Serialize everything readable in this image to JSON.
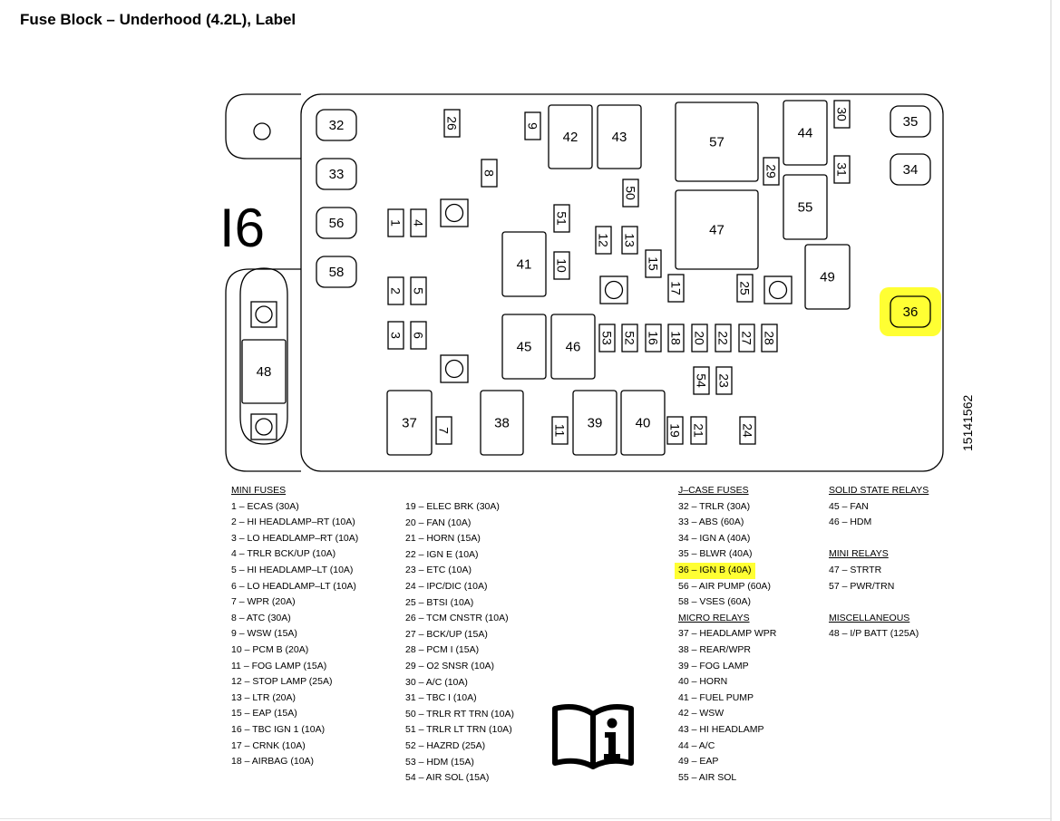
{
  "page": {
    "title": "Fuse Block – Underhood (4.2L), Label"
  },
  "diagram": {
    "block_mark": "I6",
    "part_number": "15141562",
    "highlight_color": "#ffff33",
    "book_icon": "manual-info-icon",
    "connectors": [
      {
        "id": "32",
        "label": "32"
      },
      {
        "id": "33",
        "label": "33"
      },
      {
        "id": "56",
        "label": "56"
      },
      {
        "id": "58",
        "label": "58"
      },
      {
        "id": "35",
        "label": "35"
      },
      {
        "id": "34",
        "label": "34"
      },
      {
        "id": "36",
        "label": "36",
        "highlight": true
      }
    ],
    "relays": [
      {
        "id": "42",
        "label": "42"
      },
      {
        "id": "43",
        "label": "43"
      },
      {
        "id": "57",
        "label": "57"
      },
      {
        "id": "44",
        "label": "44"
      },
      {
        "id": "55",
        "label": "55"
      },
      {
        "id": "47",
        "label": "47"
      },
      {
        "id": "41",
        "label": "41"
      },
      {
        "id": "49",
        "label": "49"
      },
      {
        "id": "45",
        "label": "45"
      },
      {
        "id": "46",
        "label": "46"
      },
      {
        "id": "37",
        "label": "37"
      },
      {
        "id": "38",
        "label": "38"
      },
      {
        "id": "39",
        "label": "39"
      },
      {
        "id": "40",
        "label": "40"
      }
    ],
    "mini_fuses": [
      {
        "id": "26",
        "label": "26"
      },
      {
        "id": "9",
        "label": "9"
      },
      {
        "id": "30",
        "label": "30"
      },
      {
        "id": "8",
        "label": "8"
      },
      {
        "id": "29",
        "label": "29"
      },
      {
        "id": "31",
        "label": "31"
      },
      {
        "id": "50",
        "label": "50"
      },
      {
        "id": "1",
        "label": "1"
      },
      {
        "id": "4",
        "label": "4"
      },
      {
        "id": "51",
        "label": "51"
      },
      {
        "id": "12",
        "label": "12"
      },
      {
        "id": "13",
        "label": "13"
      },
      {
        "id": "10",
        "label": "10"
      },
      {
        "id": "15",
        "label": "15"
      },
      {
        "id": "2",
        "label": "2"
      },
      {
        "id": "5",
        "label": "5"
      },
      {
        "id": "17",
        "label": "17"
      },
      {
        "id": "25",
        "label": "25"
      },
      {
        "id": "3",
        "label": "3"
      },
      {
        "id": "6",
        "label": "6"
      },
      {
        "id": "53",
        "label": "53"
      },
      {
        "id": "52",
        "label": "52"
      },
      {
        "id": "16",
        "label": "16"
      },
      {
        "id": "18",
        "label": "18"
      },
      {
        "id": "20",
        "label": "20"
      },
      {
        "id": "22",
        "label": "22"
      },
      {
        "id": "27",
        "label": "27"
      },
      {
        "id": "28",
        "label": "28"
      },
      {
        "id": "54",
        "label": "54"
      },
      {
        "id": "23",
        "label": "23"
      },
      {
        "id": "7",
        "label": "7"
      },
      {
        "id": "11",
        "label": "11"
      },
      {
        "id": "19",
        "label": "19"
      },
      {
        "id": "21",
        "label": "21"
      },
      {
        "id": "24",
        "label": "24"
      }
    ],
    "mega_fuse": {
      "label": "48"
    }
  },
  "legend": {
    "mini_fuses": {
      "heading": "MINI FUSES",
      "col1": [
        "1 – ECAS (30A)",
        "2 – HI HEADLAMP–RT (10A)",
        "3 – LO HEADLAMP–RT (10A)",
        "4 – TRLR BCK/UP (10A)",
        "5 – HI HEADLAMP–LT (10A)",
        "6 – LO HEADLAMP–LT (10A)",
        "7 – WPR (20A)",
        "8 – ATC (30A)",
        "9 – WSW (15A)",
        "10 – PCM B (20A)",
        "11 – FOG LAMP (15A)",
        "12 – STOP LAMP (25A)",
        "13 – LTR (20A)",
        "15 – EAP (15A)",
        "16 – TBC IGN 1 (10A)",
        "17 – CRNK (10A)",
        "18 – AIRBAG (10A)"
      ],
      "col2": [
        "19 – ELEC BRK (30A)",
        "20 – FAN (10A)",
        "21 – HORN (15A)",
        "22 – IGN E (10A)",
        "23 – ETC (10A)",
        "24 – IPC/DIC (10A)",
        "25 – BTSI (10A)",
        "26 – TCM CNSTR (10A)",
        "27 – BCK/UP (15A)",
        "28 – PCM I (15A)",
        "29 – O2 SNSR (10A)",
        "30 – A/C (10A)",
        "31 – TBC I (10A)",
        "50 – TRLR RT TRN (10A)",
        "51 – TRLR LT TRN (10A)",
        "52 – HAZRD (25A)",
        "53 – HDM (15A)",
        "54 – AIR SOL (15A)"
      ]
    },
    "jcase_fuses": {
      "heading": "J–CASE FUSES",
      "items": [
        "32 – TRLR (30A)",
        "33 – ABS (60A)",
        "34 – IGN A (40A)",
        "35 – BLWR (40A)",
        "36 – IGN B (40A)",
        "56 – AIR PUMP (60A)",
        "58 – VSES (60A)"
      ],
      "highlight_index": 4
    },
    "micro_relays": {
      "heading": "MICRO RELAYS",
      "items": [
        "37 – HEADLAMP WPR",
        "38 – REAR/WPR",
        "39 – FOG LAMP",
        "40 – HORN",
        "41 – FUEL PUMP",
        "42 – WSW",
        "43 – HI HEADLAMP",
        "44 – A/C",
        "49 – EAP",
        "55 – AIR SOL"
      ]
    },
    "solid_state_relays": {
      "heading": "SOLID STATE RELAYS",
      "items": [
        "45 – FAN",
        "46 – HDM"
      ]
    },
    "mini_relays": {
      "heading": "MINI RELAYS",
      "items": [
        "47 – STRTR",
        "57 – PWR/TRN"
      ]
    },
    "miscellaneous": {
      "heading": "MISCELLANEOUS",
      "items": [
        "48 – I/P BATT (125A)"
      ]
    }
  }
}
